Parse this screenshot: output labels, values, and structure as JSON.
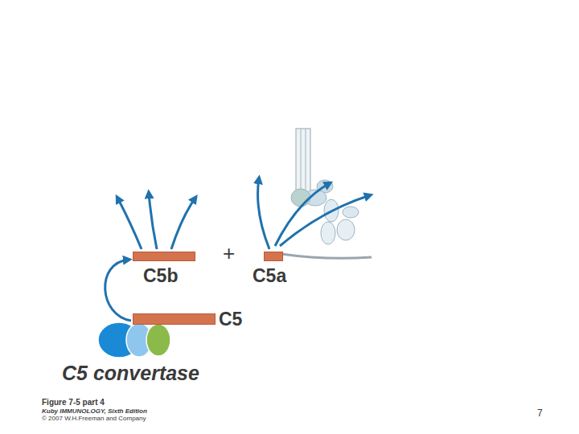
{
  "diagram": {
    "caption": "Figure 7-5 part 4",
    "nodes": [
      {
        "text": [
          "C5b"
        ]
      },
      {
        "text": [
          "C5a"
        ]
      },
      {
        "text": [
          "C5"
        ]
      },
      {
        "text": [
          "C5 convertase"
        ]
      }
    ],
    "edges": [
      {
        "from": 2,
        "to": 0,
        "arrow": "to"
      }
    ],
    "labels": [
      "+",
      "Kuby IMMUNOLOGY, Sixth Edition",
      "© 2007 W.H.Freeman and Company",
      "7"
    ]
  }
}
